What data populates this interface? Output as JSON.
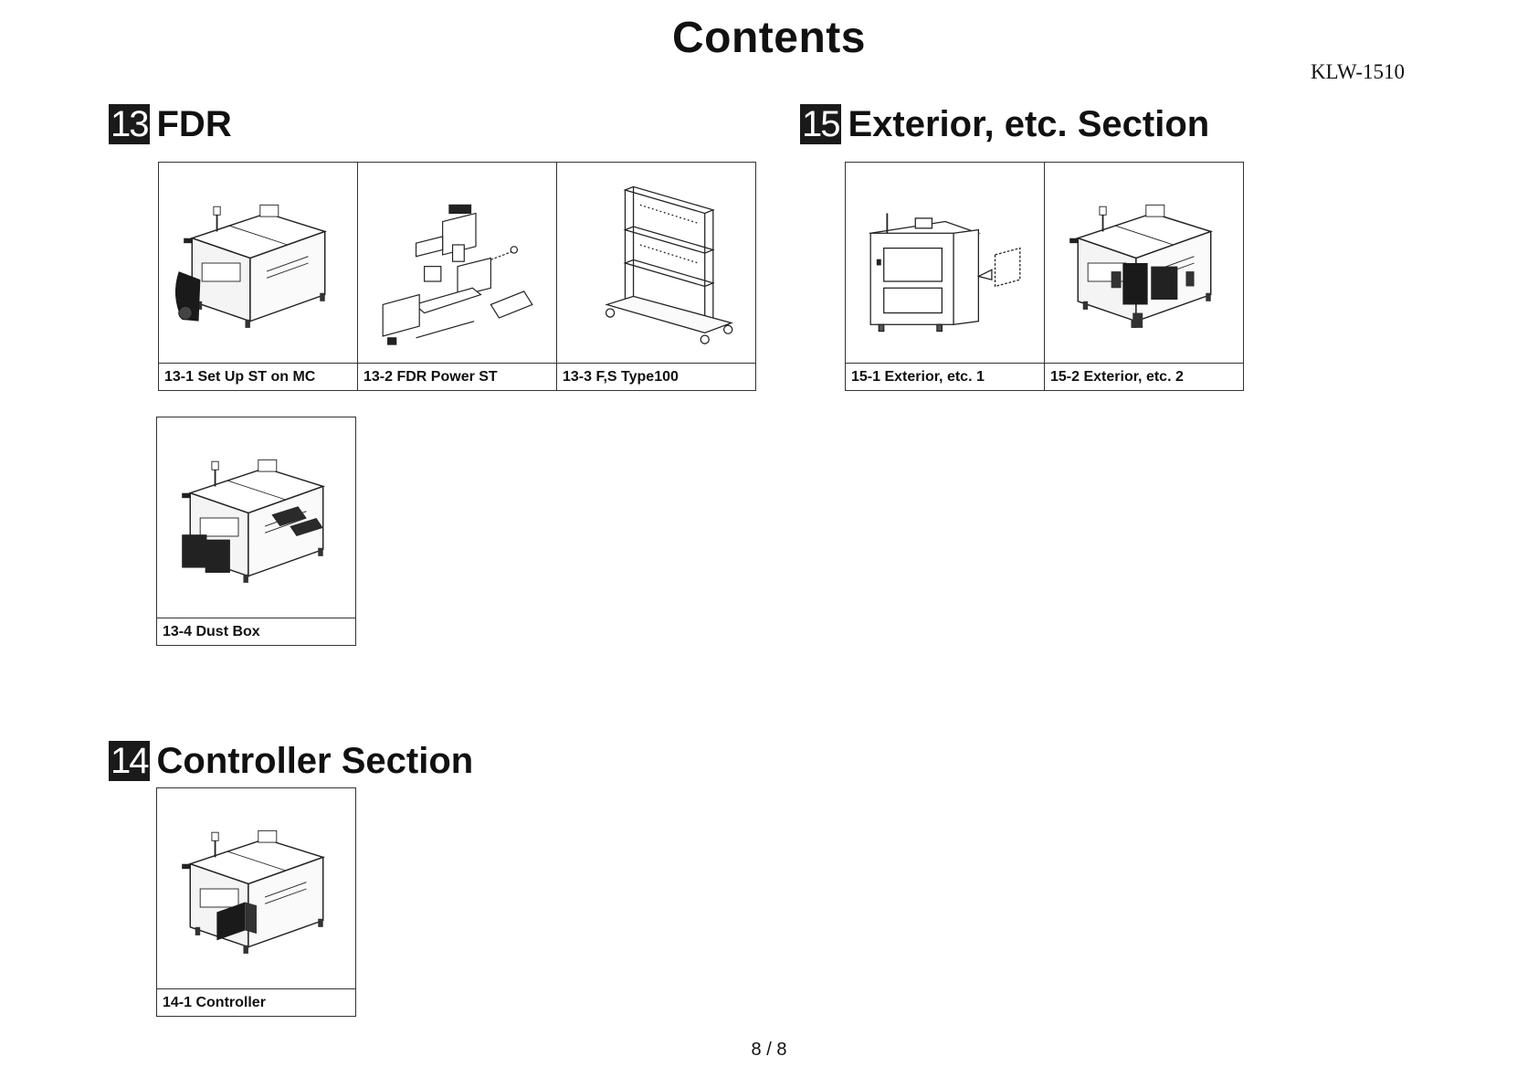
{
  "page": {
    "title": "Contents",
    "doc_code": "KLW-1510",
    "page_number": "8 / 8"
  },
  "sections": {
    "fdr": {
      "number": "13",
      "title": "FDR",
      "cards": [
        {
          "caption": "13-1 Set Up ST on MC",
          "icon": "machine-setup-station-icon"
        },
        {
          "caption": "13-2 FDR Power ST",
          "icon": "exploded-power-station-icon"
        },
        {
          "caption": "13-3 F,S Type100",
          "icon": "feeder-stand-cart-icon"
        },
        {
          "caption": "13-4 Dust Box",
          "icon": "machine-dust-box-icon"
        }
      ]
    },
    "controller": {
      "number": "14",
      "title": "Controller Section",
      "cards": [
        {
          "caption": "14-1 Controller",
          "icon": "machine-controller-icon"
        }
      ]
    },
    "exterior": {
      "number": "15",
      "title": "Exterior, etc. Section",
      "cards": [
        {
          "caption": "15-1 Exterior, etc. 1",
          "icon": "machine-front-exterior-icon"
        },
        {
          "caption": "15-2 Exterior, etc. 2",
          "icon": "machine-exterior-covers-icon"
        }
      ]
    }
  }
}
